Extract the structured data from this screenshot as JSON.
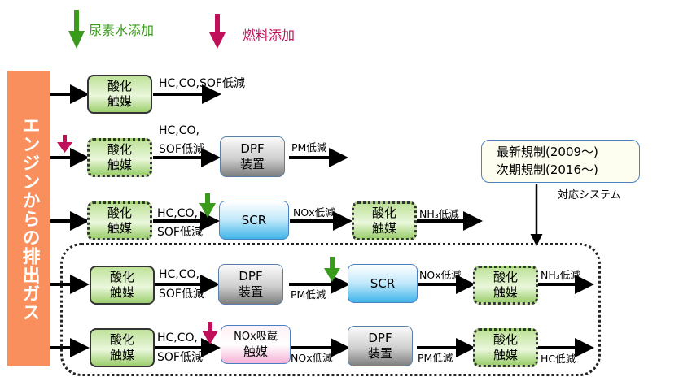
{
  "legend": {
    "urea_label": "尿素水添加",
    "fuel_label": "燃料添加",
    "urea_color": "#3a9a1c",
    "fuel_color": "#c0105a"
  },
  "engine_box": {
    "label": "エンジンからの排出ガス",
    "color": "#f98f5c"
  },
  "regulation": {
    "line1": "最新規制(2009～)",
    "line2": "次期規制(2016～)",
    "caption": "対応システム"
  },
  "rows": [
    {
      "boxes": [
        {
          "type": "oxidation",
          "line1": "酸化",
          "line2": "触媒"
        }
      ],
      "labels": {
        "after_ox": "HC,CO,SOF低減"
      }
    },
    {
      "additive": "fuel",
      "boxes": [
        {
          "type": "oxidation",
          "line1": "酸化",
          "line2": "触媒"
        },
        {
          "type": "dpf",
          "line1": "DPF",
          "line2": "装置"
        }
      ],
      "labels": {
        "after_ox_top": "HC,CO,",
        "after_ox_bottom": "SOF低減",
        "after_dpf": "PM低減"
      }
    },
    {
      "additive": "urea",
      "boxes": [
        {
          "type": "oxidation",
          "line1": "酸化",
          "line2": "触媒"
        },
        {
          "type": "scr",
          "line1": "SCR"
        },
        {
          "type": "oxidation",
          "line1": "酸化",
          "line2": "触媒"
        }
      ],
      "labels": {
        "after_ox_top": "HC,CO,",
        "after_ox_bottom": "SOF低減",
        "after_scr": "NOx低減",
        "after_ox2": "NH₃低減"
      }
    },
    {
      "additive": "urea",
      "boxes": [
        {
          "type": "oxidation",
          "line1": "酸化",
          "line2": "触媒"
        },
        {
          "type": "dpf",
          "line1": "DPF",
          "line2": "装置"
        },
        {
          "type": "scr",
          "line1": "SCR"
        },
        {
          "type": "oxidation",
          "line1": "酸化",
          "line2": "触媒"
        }
      ],
      "labels": {
        "after_ox_top": "HC,CO,",
        "after_ox_bottom": "SOF低減",
        "after_dpf": "PM低減",
        "after_scr": "NOx低減",
        "after_ox2": "NH₃低減"
      }
    },
    {
      "additive": "fuel",
      "boxes": [
        {
          "type": "oxidation",
          "line1": "酸化",
          "line2": "触媒"
        },
        {
          "type": "nox_storage",
          "line1": "NOx吸蔵",
          "line2": "触媒"
        },
        {
          "type": "dpf",
          "line1": "DPF",
          "line2": "装置"
        },
        {
          "type": "oxidation",
          "line1": "酸化",
          "line2": "触媒"
        }
      ],
      "labels": {
        "after_ox_top": "HC,CO,",
        "after_ox_bottom": "SOF低減",
        "after_nox": "NOx低減",
        "after_dpf": "PM低減",
        "after_ox2": "HC低減"
      }
    }
  ]
}
